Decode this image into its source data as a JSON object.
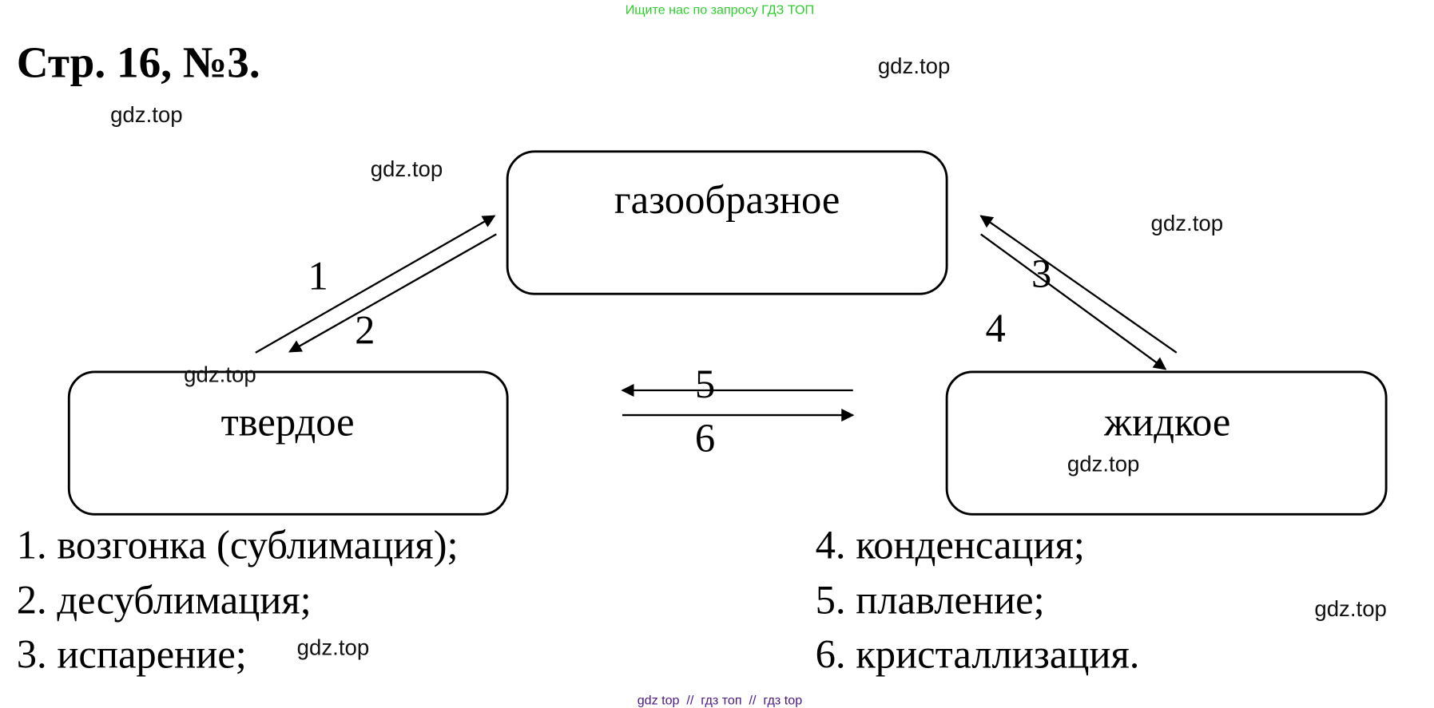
{
  "top_banner": "Ищите нас по запросу ГДЗ ТОП",
  "title": "Стр. 16, №3.",
  "watermark": "gdz.top",
  "states": {
    "gas": "газообразное",
    "solid": "твердое",
    "liquid": "жидкое"
  },
  "arrow_labels": [
    "1",
    "2",
    "3",
    "4",
    "5",
    "6"
  ],
  "list_left": [
    "1. возгонка (сублимация);",
    "2. десублимация;",
    "3. испарение;"
  ],
  "list_right": [
    "4. конденсация;",
    "5. плавление;",
    "6. кристаллизация."
  ],
  "footer": "gdz top  //  гдз топ  //  гдз top",
  "colors": {
    "banner": "#2ecc2e",
    "footer": "#4b1a86"
  }
}
